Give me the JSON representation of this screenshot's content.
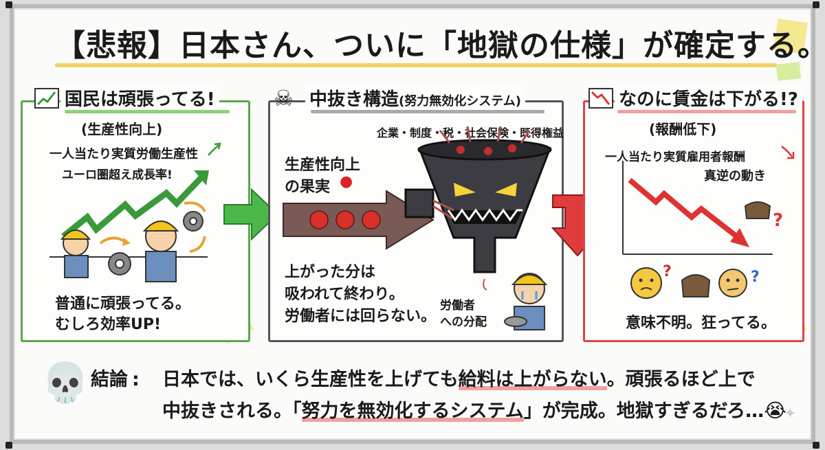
{
  "title": "【悲報】日本さん、ついに「地獄の仕様」が確定する。",
  "title_emoji": "😱",
  "panel1": {
    "title": "国民は頑張ってる!",
    "subtitle": "(生産性向上)",
    "chart_label_1": "一人当たり実質労働生産性",
    "chart_label_2": "ユーロ圏超え成長率!",
    "caption_1": "普通に頑張ってる。",
    "caption_2": "むしろ効率UP!"
  },
  "panel2": {
    "title": "中抜き構造",
    "title_paren": "(努力無効化システム)",
    "funnel_label": "企業・制度・税・社会保険・既得権益",
    "input_label_1": "生産性向上",
    "input_label_2": "の果実",
    "result_1": "上がった分は",
    "result_2": "吸われて終わり。",
    "result_3": "労働者には回らない。",
    "worker_label_1": "労働者",
    "worker_label_2": "への分配"
  },
  "panel3": {
    "title": "なのに賃金は下がる!?",
    "subtitle": "(報酬低下)",
    "chart_label_1": "一人当たり実質雇用者報酬",
    "chart_label_2": "真逆の動き",
    "caption": "意味不明。狂ってる。"
  },
  "conclusion": {
    "label": "結論",
    "colon": ":",
    "line1a": "日本では、いくら生産性を上げても",
    "line1b": "給料は上がらない",
    "line1c": "。頑張るほど上で",
    "line2a": "中抜きされる。「",
    "line2b": "努力を無効化するシステム",
    "line2c": "」が完成。地獄すぎるだろ…",
    "end_emoji": "😭"
  },
  "colors": {
    "green": "#5aa84a",
    "red": "#d44444",
    "gray": "#555555",
    "yellow": "#f0d26a",
    "arrow_green": "#4cb84a",
    "arrow_red": "#e03c3c"
  }
}
